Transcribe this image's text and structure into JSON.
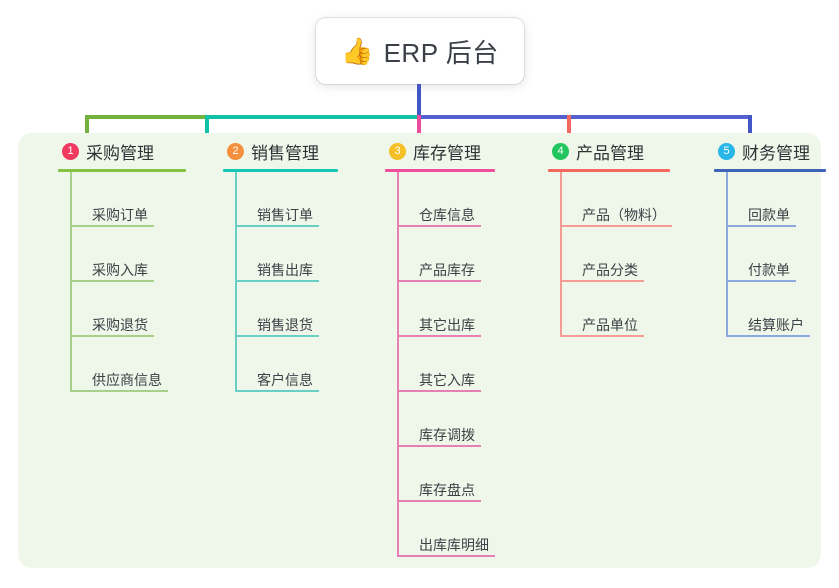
{
  "root": {
    "icon": "thumbs-up-icon",
    "emoji": "👍",
    "title": "ERP 后台"
  },
  "connectors": {
    "trunk_color": "#4356c8",
    "bus_colors": [
      "#73b23c",
      "#12c2a8",
      "#5560cf"
    ],
    "stub_colors": [
      "#73b23c",
      "#12c2a8",
      "#ec4e9c",
      "#f4685f",
      "#4356c8"
    ]
  },
  "panel": {
    "background": "#eef7e9"
  },
  "columns": [
    {
      "index": "1",
      "title": "采购管理",
      "badge_color": "#f03a5f",
      "rule_color": "#82c341",
      "line_color": "#a7d18a",
      "items": [
        {
          "label": "采购订单"
        },
        {
          "label": "采购入库"
        },
        {
          "label": "采购退货"
        },
        {
          "label": "供应商信息"
        }
      ]
    },
    {
      "index": "2",
      "title": "销售管理",
      "badge_color": "#f5913e",
      "rule_color": "#14c8b4",
      "line_color": "#69cfc4",
      "items": [
        {
          "label": "销售订单"
        },
        {
          "label": "销售出库"
        },
        {
          "label": "销售退货"
        },
        {
          "label": "客户信息"
        }
      ]
    },
    {
      "index": "3",
      "title": "库存管理",
      "badge_color": "#f5c026",
      "rule_color": "#ee4e9b",
      "line_color": "#e87fb4",
      "items": [
        {
          "label": "仓库信息"
        },
        {
          "label": "产品库存"
        },
        {
          "label": "其它出库"
        },
        {
          "label": "其它入库"
        },
        {
          "label": "库存调拨"
        },
        {
          "label": "库存盘点"
        },
        {
          "label": "出库库明细"
        }
      ]
    },
    {
      "index": "4",
      "title": "产品管理",
      "badge_color": "#23c55e",
      "rule_color": "#f4685f",
      "line_color": "#f59d94",
      "items": [
        {
          "label": "产品（物料）"
        },
        {
          "label": "产品分类"
        },
        {
          "label": "产品单位"
        }
      ]
    },
    {
      "index": "5",
      "title": "财务管理",
      "badge_color": "#29b6e8",
      "rule_color": "#3f63b5",
      "line_color": "#8ca9dd",
      "items": [
        {
          "label": "回款单"
        },
        {
          "label": "付款单"
        },
        {
          "label": "结算账户"
        }
      ]
    }
  ]
}
